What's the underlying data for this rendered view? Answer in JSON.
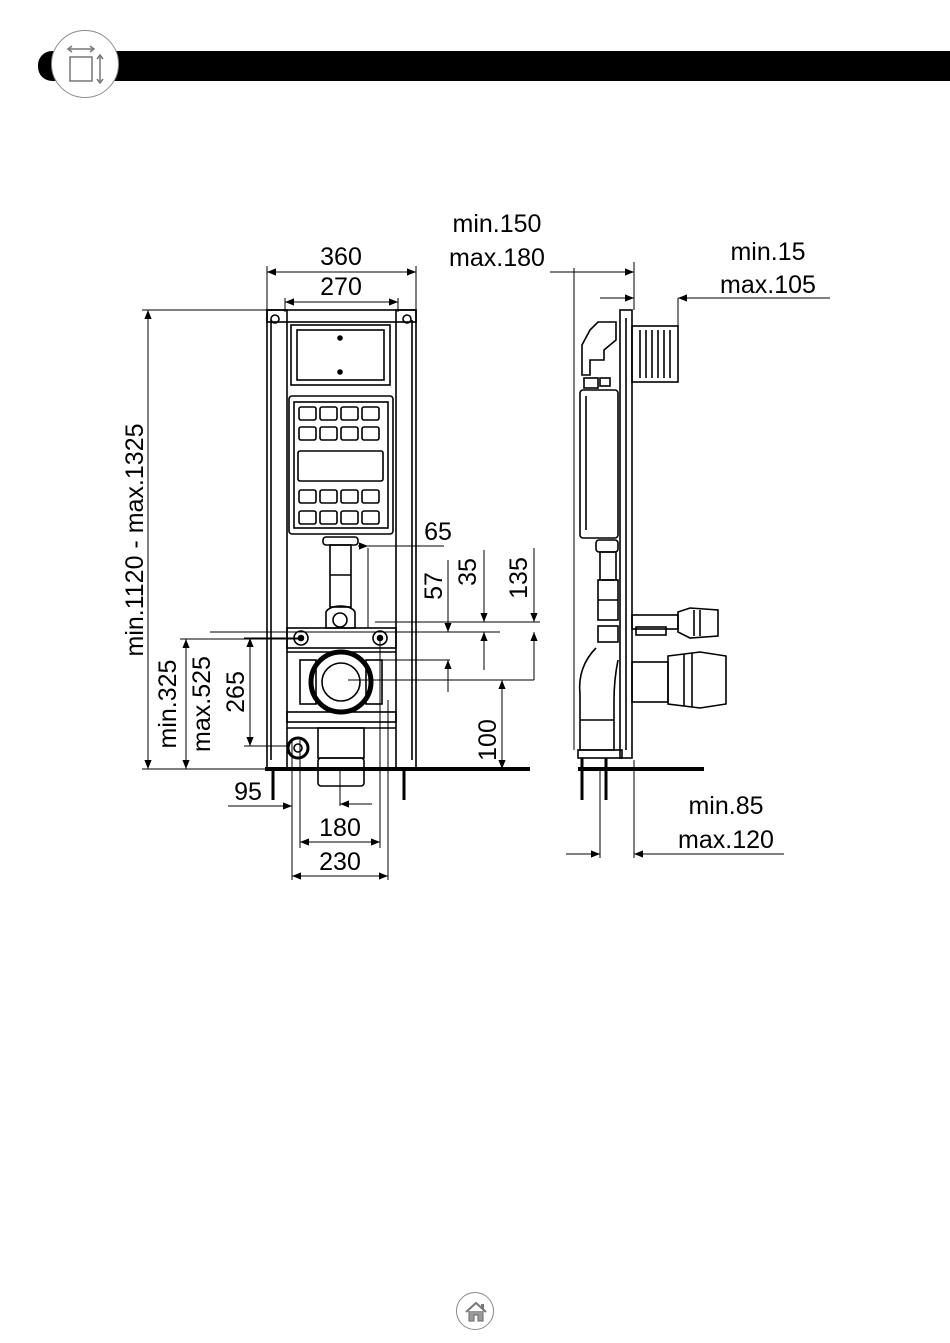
{
  "header": {
    "icon": "dimensions-icon",
    "bar_color": "#000000"
  },
  "front_view": {
    "width_outer": "360",
    "width_inner": "270",
    "height_range": "min.1120 - max.1325",
    "drain_height_min": "min.325",
    "drain_height_max": "max.525",
    "bolt_height": "265",
    "offset_95": "95",
    "width_180": "180",
    "width_230": "230",
    "dim_65": "65",
    "dim_57": "57",
    "dim_35": "35",
    "dim_135": "135",
    "dim_100": "100"
  },
  "side_view": {
    "depth_min": "min.150",
    "depth_max": "max.180",
    "wall_min": "min.15",
    "wall_max": "max.105",
    "foot_min": "min.85",
    "foot_max": "max.120"
  },
  "footer": {
    "icon": "home-icon"
  }
}
